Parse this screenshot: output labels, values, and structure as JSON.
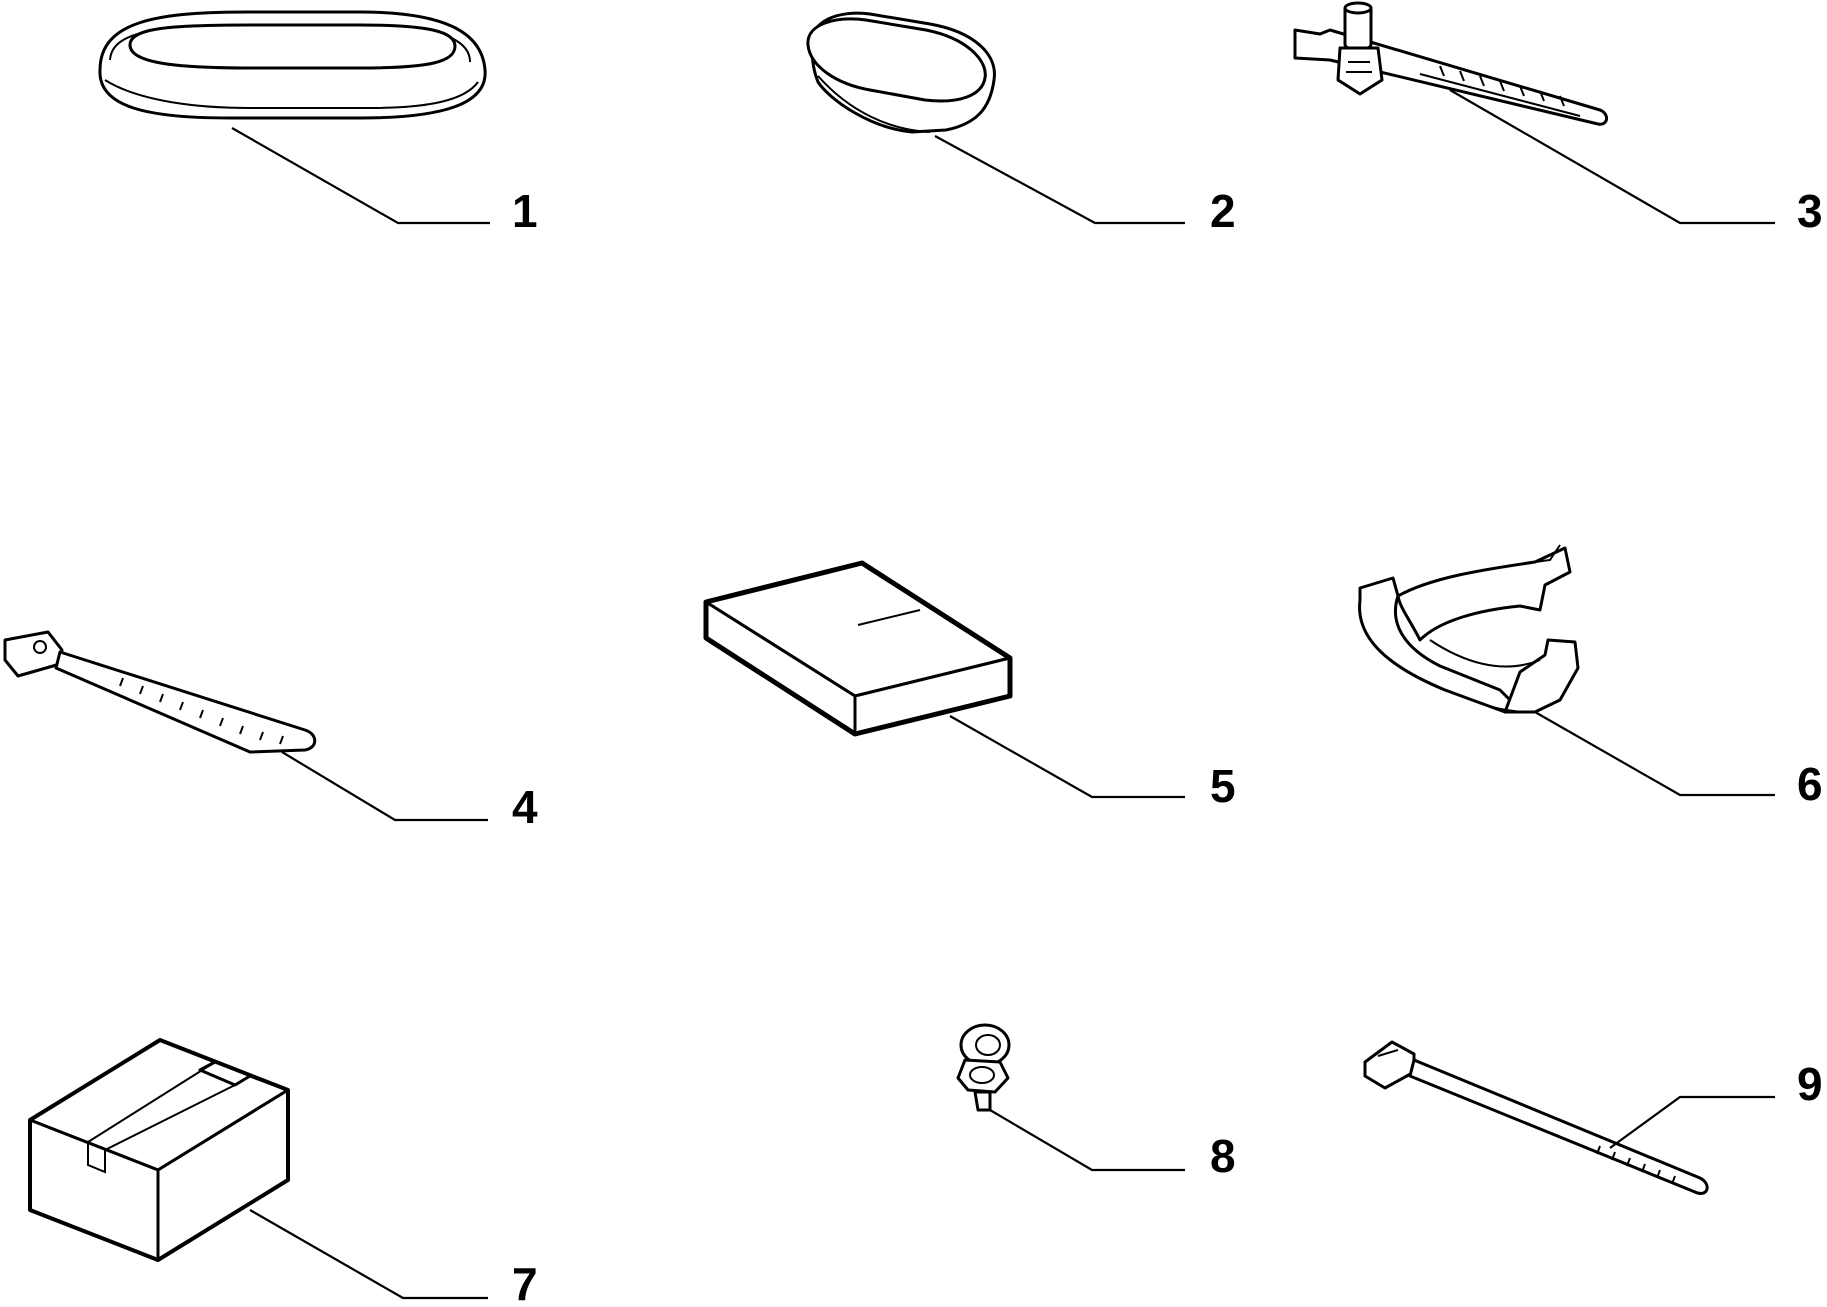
{
  "diagram": {
    "parts": [
      {
        "callout": "1",
        "shape": "large-oval-grommet"
      },
      {
        "callout": "2",
        "shape": "oval-plug"
      },
      {
        "callout": "3",
        "shape": "cable-tie-with-push-pin"
      },
      {
        "callout": "4",
        "shape": "cable-tie"
      },
      {
        "callout": "5",
        "shape": "adhesive-pad"
      },
      {
        "callout": "6",
        "shape": "pipe-clip"
      },
      {
        "callout": "7",
        "shape": "slotted-foam-block"
      },
      {
        "callout": "8",
        "shape": "push-rivet"
      },
      {
        "callout": "9",
        "shape": "cable-tie"
      }
    ]
  },
  "colors": {
    "line": "#000000",
    "background": "#ffffff"
  }
}
